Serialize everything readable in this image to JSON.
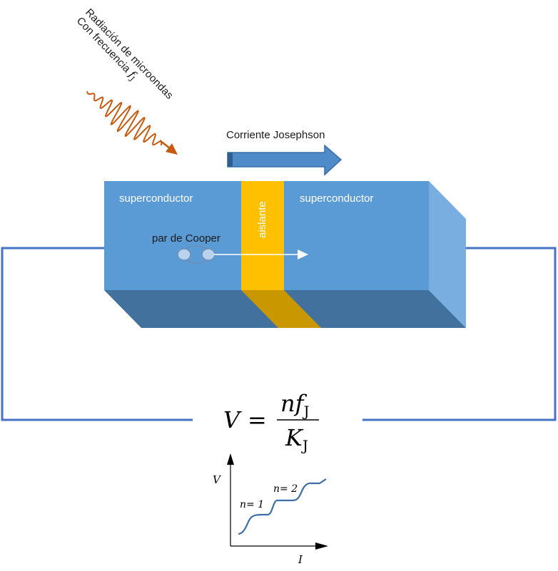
{
  "labels": {
    "radiation_line1": "Radiación de microondas",
    "radiation_line2": "Con frecuencia ",
    "radiation_freq": "f",
    "radiation_freq_sub": "J",
    "current": "Corriente Josephson",
    "superconductor_left": "superconductor",
    "superconductor_right": "superconductor",
    "insulator": "aislante",
    "cooper_pair": "par de Cooper"
  },
  "formula": {
    "lhs": "V",
    "equals": "=",
    "num_n": "n",
    "num_f": "f",
    "num_sub": "J",
    "den_k": "K",
    "den_sub": "J"
  },
  "plot": {
    "y_axis": "V",
    "x_axis": "I",
    "step1": "n= 1",
    "step2": "n= 2"
  },
  "colors": {
    "block_front": "#5b9bd5",
    "block_bottom": "#41719c",
    "block_side": "#79aee0",
    "insulator": "#ffc000",
    "insulator_bottom": "#c99700",
    "arrow_current": "#4f8ac9",
    "wave": "#c55a11",
    "wire": "#4472c4",
    "curve": "#3e6ea6"
  }
}
